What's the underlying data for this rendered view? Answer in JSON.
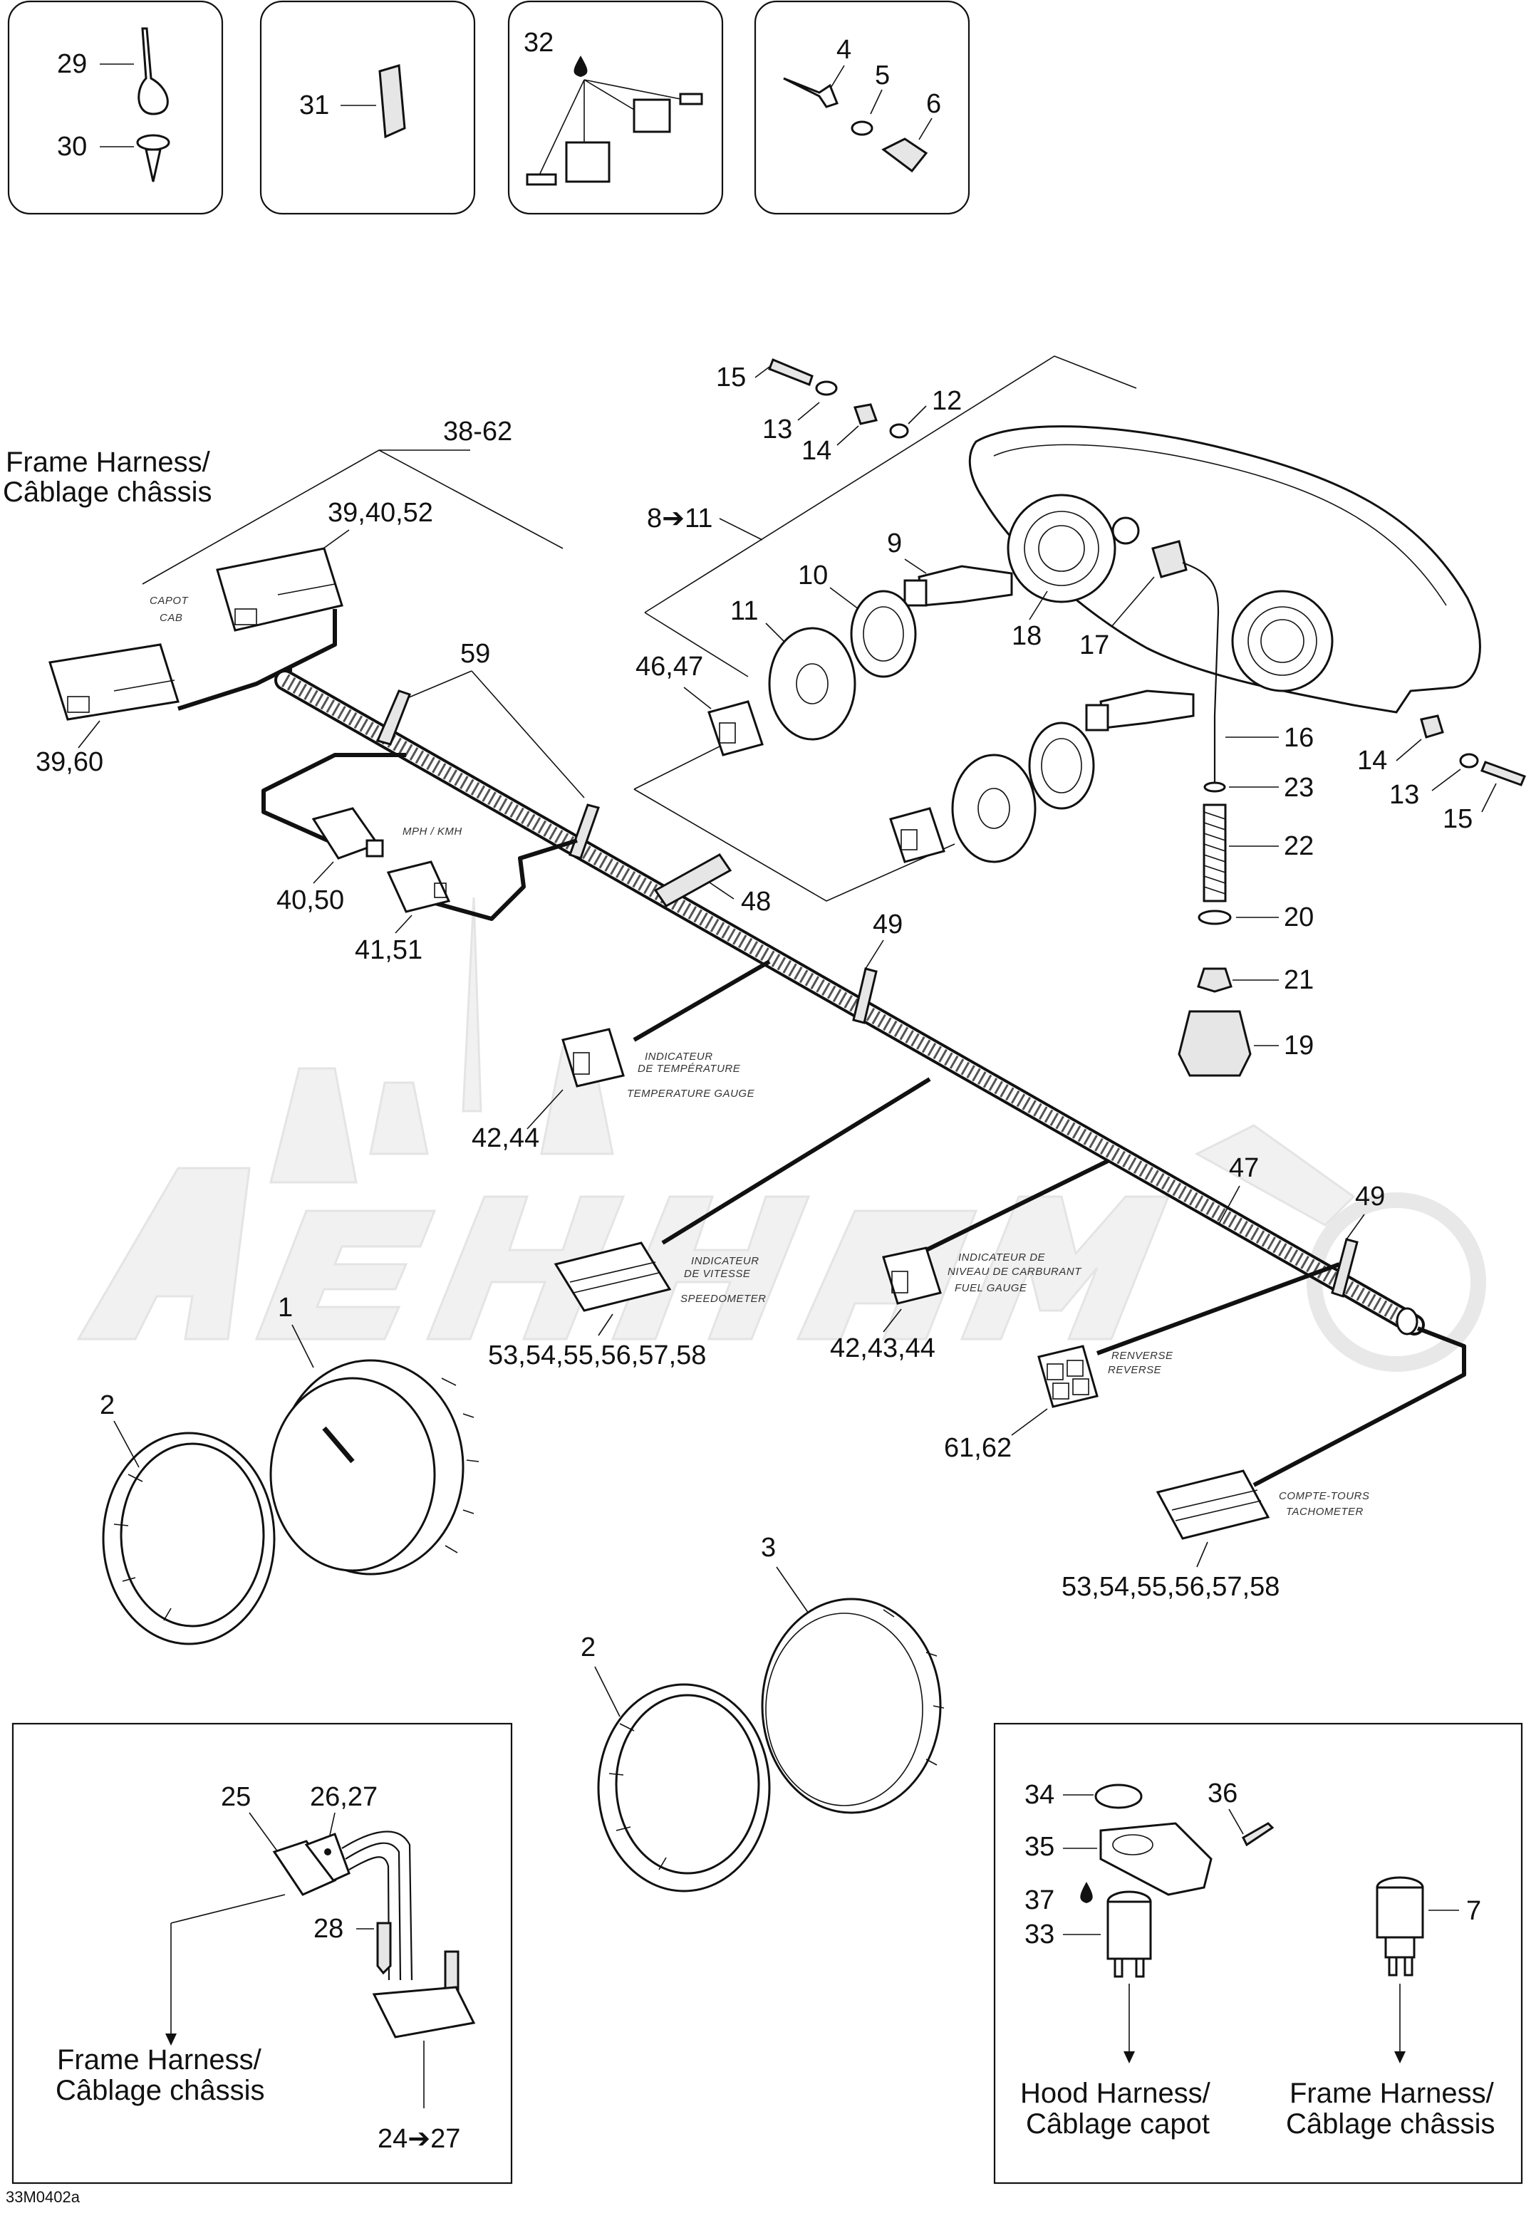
{
  "document_code": "33M0402a",
  "frame_harness": "Frame Harness/",
  "frame_harness_fr": "Câblage châssis",
  "hood_harness": "Hood Harness/",
  "hood_harness_fr": "Câblage capot",
  "tags": {
    "capot": "CAPOT",
    "cab": "CAB",
    "mph_kmh": "MPH / KMH",
    "temp_fr1": "INDICATEUR",
    "temp_fr2": "DE TEMPÉRATURE",
    "temp_en": "TEMPERATURE GAUGE",
    "speed_fr1": "INDICATEUR",
    "speed_fr2": "DE VITESSE",
    "speed_en": "SPEEDOMETER",
    "fuel_fr1": "INDICATEUR DE",
    "fuel_fr2": "NIVEAU DE CARBURANT",
    "fuel_en": "FUEL GAUGE",
    "rev_fr": "RENVERSE",
    "rev_en": "REVERSE",
    "tach_fr": "COMPTE-TOURS",
    "tach_en": "TACHOMETER"
  },
  "callouts": {
    "c1": "1",
    "c2": "2",
    "c3": "3",
    "c4": "4",
    "c5": "5",
    "c6": "6",
    "c7": "7",
    "c9": "9",
    "c10": "10",
    "c11": "11",
    "c12": "12",
    "c13": "13",
    "c14": "14",
    "c15": "15",
    "c16": "16",
    "c17": "17",
    "c18": "18",
    "c19": "19",
    "c20": "20",
    "c21": "21",
    "c22": "22",
    "c23": "23",
    "c25": "25",
    "c28": "28",
    "c29": "29",
    "c30": "30",
    "c31": "31",
    "c32": "32",
    "c33": "33",
    "c34": "34",
    "c35": "35",
    "c36": "36",
    "c37": "37",
    "c47": "47",
    "c48": "48",
    "c49": "49",
    "c59": "59",
    "c8_11": "8➔11",
    "c24_27": "24➔27",
    "c26_27": "26,27",
    "c38_62": "38-62",
    "c39_40_52": "39,40,52",
    "c39_60": "39,60",
    "c40_50": "40,50",
    "c41_51": "41,51",
    "c42_44": "42,44",
    "c42_43_44": "42,43,44",
    "c46_47": "46,47",
    "c53_58": "53,54,55,56,57,58",
    "c61_62": "61,62"
  }
}
